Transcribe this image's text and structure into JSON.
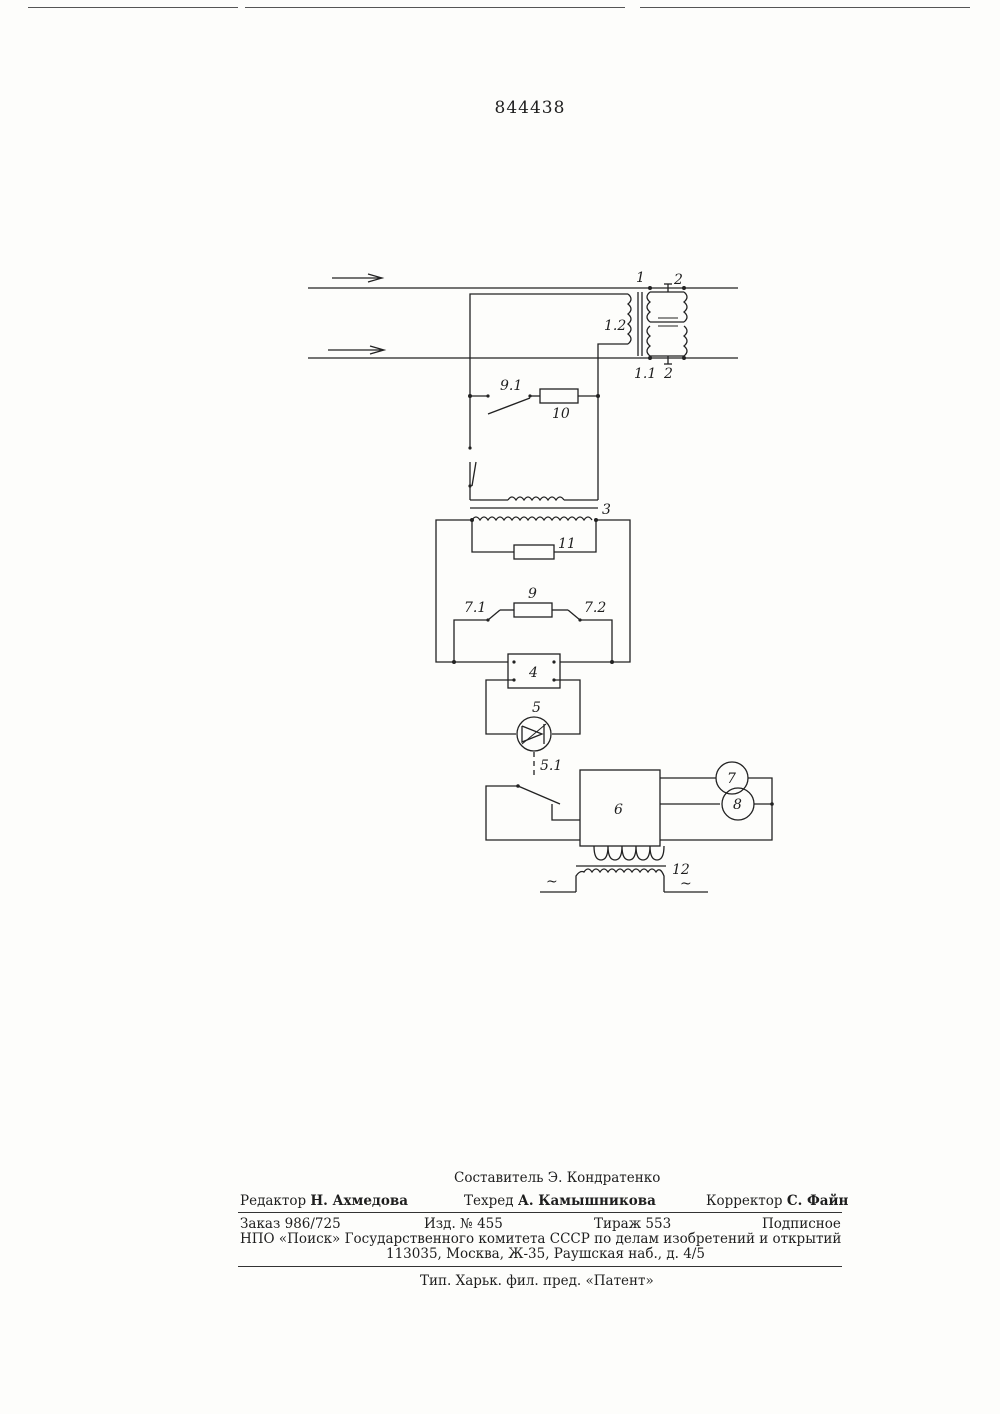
{
  "patent_number": "844438",
  "labels": {
    "l1": "1",
    "l2a": "2",
    "l2b": "2",
    "l12": "1.2",
    "l11": "1.1",
    "l91": "9.1",
    "l10": "10",
    "l3": "3",
    "l11b": "11",
    "l9": "9",
    "l71": "7.1",
    "l72": "7.2",
    "l4": "4",
    "l5": "5",
    "l51": "5.1",
    "l6": "6",
    "l7": "7",
    "l8": "8",
    "l12b": "12",
    "ac_left": "~",
    "ac_right": "~"
  },
  "colophon": {
    "compiler": "Составитель Э. Кондратенко",
    "editor_role": "Редактор",
    "editor_name": "Н. Ахмедова",
    "techred_role": "Техред",
    "techred_name": "А. Камышникова",
    "corrector_role": "Корректор",
    "corrector_name": "С. Файн",
    "order": "Заказ 986/725",
    "edition": "Изд. № 455",
    "circulation": "Тираж 553",
    "subscription": "Подписное",
    "org": "НПО «Поиск» Государственного комитета СССР по делам изобретений и открытий",
    "address": "113035, Москва, Ж-35, Раушская наб., д. 4/5",
    "printer": "Тип. Харьк. фил. пред. «Патент»"
  }
}
